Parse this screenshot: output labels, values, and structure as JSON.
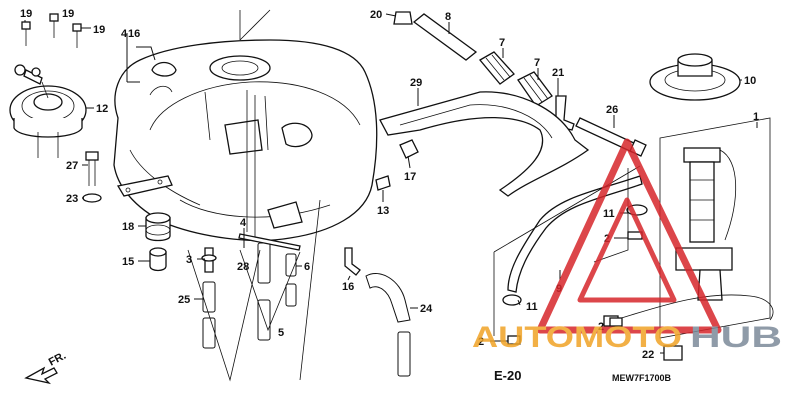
{
  "diagram": {
    "code": "MEW7F1700B",
    "ref": "E-20",
    "front": "FR.",
    "watermark": "AUTOMOTOHUB",
    "watermark_colors": {
      "red": "#d6262b",
      "orange": "#f0a326",
      "gray": "#7c8a99"
    }
  },
  "callouts": [
    {
      "id": "c1",
      "text": "1"
    },
    {
      "id": "c2a",
      "text": "2"
    },
    {
      "id": "c2b",
      "text": "2"
    },
    {
      "id": "c2c",
      "text": "2"
    },
    {
      "id": "c3",
      "text": "3"
    },
    {
      "id": "c4a",
      "text": "4"
    },
    {
      "id": "c4b",
      "text": "4"
    },
    {
      "id": "c5",
      "text": "5"
    },
    {
      "id": "c6",
      "text": "6"
    },
    {
      "id": "c7a",
      "text": "7"
    },
    {
      "id": "c7b",
      "text": "7"
    },
    {
      "id": "c8",
      "text": "8"
    },
    {
      "id": "c9",
      "text": "9"
    },
    {
      "id": "c10",
      "text": "10"
    },
    {
      "id": "c11a",
      "text": "11"
    },
    {
      "id": "c11b",
      "text": "11"
    },
    {
      "id": "c12",
      "text": "12"
    },
    {
      "id": "c13",
      "text": "13"
    },
    {
      "id": "c15",
      "text": "15"
    },
    {
      "id": "c16",
      "text": "16"
    },
    {
      "id": "c17",
      "text": "17"
    },
    {
      "id": "c18",
      "text": "18"
    },
    {
      "id": "c19a",
      "text": "19"
    },
    {
      "id": "c19b",
      "text": "19"
    },
    {
      "id": "c19c",
      "text": "19"
    },
    {
      "id": "c20",
      "text": "20"
    },
    {
      "id": "c21",
      "text": "21"
    },
    {
      "id": "c22",
      "text": "22"
    },
    {
      "id": "c23",
      "text": "23"
    },
    {
      "id": "c24",
      "text": "24"
    },
    {
      "id": "c25",
      "text": "25"
    },
    {
      "id": "c26",
      "text": "26"
    },
    {
      "id": "c27",
      "text": "27"
    },
    {
      "id": "c28",
      "text": "28"
    },
    {
      "id": "c29",
      "text": "29"
    }
  ]
}
